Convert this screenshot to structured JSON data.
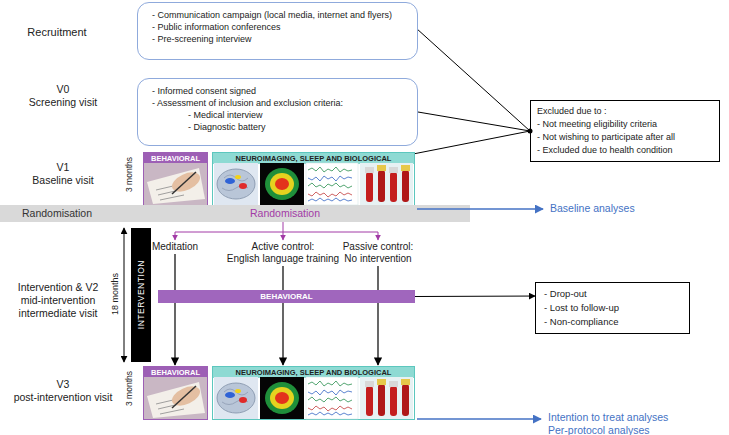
{
  "diagram": {
    "nodes": [
      {
        "text": [
          "- Communication campaign (local media, internet and flyers)",
          "- Public information conferences",
          "- Pre-screening interview"
        ]
      },
      {
        "text": [
          "- Informed consent signed",
          "- Assessment of inclusion and exclusion criteria:",
          "- Medical interview",
          "- Diagnostic battery"
        ]
      },
      {
        "text": [
          "Excluded due to :",
          "- Not meeting eligibility criteria",
          "- Not wishing to participate after all",
          "- Excluded due to health condition"
        ]
      },
      {
        "text": [
          "BEHAVIORAL"
        ]
      },
      {
        "text": [
          "NEUROIMAGING, SLEEP AND BIOLOGICAL"
        ]
      },
      {
        "text": [
          "Randomisation",
          "Randomisation"
        ]
      },
      {
        "text": [
          "INTERVENTION"
        ]
      },
      {
        "text": [
          "BEHAVIORAL"
        ]
      },
      {
        "text": [
          "- Drop-out",
          "- Lost to follow-up",
          "- Non-compliance"
        ]
      },
      {
        "text": [
          "BEHAVIORAL"
        ]
      },
      {
        "text": [
          "NEUROIMAGING, SLEEP AND BIOLOGICAL"
        ]
      }
    ],
    "edges": [
      {
        "from": 0,
        "to": 2,
        "arrow": "none"
      },
      {
        "from": 1,
        "to": 2,
        "arrow": "none"
      },
      {
        "from": 4,
        "to": 2,
        "arrow": "none"
      },
      {
        "from": 7,
        "to": 8,
        "arrow": "to"
      }
    ],
    "labels": [
      "Recruitment",
      "V0",
      "Screening visit",
      "V1",
      "Baseline visit",
      "3 months",
      "Baseline analyses",
      "Meditation",
      "Active control:",
      "English language training",
      "Passive control:",
      "No intervention",
      "Intervention & V2",
      "mid-intervention",
      "intermediate visit",
      "18 months",
      "V3",
      "post-intervention visit",
      "3 months",
      "Intention to treat analyses",
      "Per-protocol analyses"
    ]
  }
}
